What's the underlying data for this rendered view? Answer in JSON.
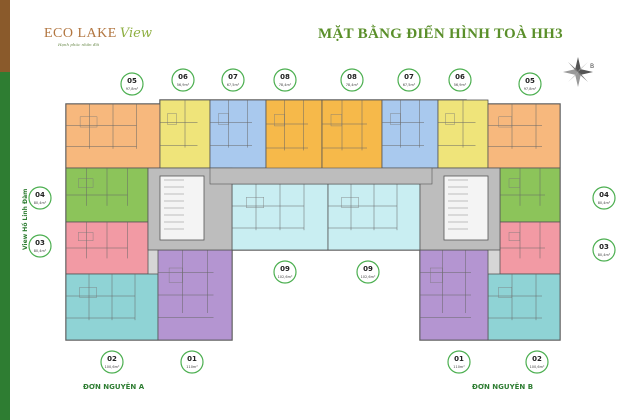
{
  "brand": {
    "logo_main": "ECO LAKE",
    "logo_script": "View",
    "tagline": "Hạnh phúc nhân đôi",
    "brand_color": "#b27640",
    "script_color": "#8fb043"
  },
  "title": "MẶT BẰNG ĐIỂN HÌNH TOÀ HH3",
  "title_color": "#5a8f2a",
  "side_label": "View Hồ Linh Đàm",
  "compass_label": "B",
  "wing_a_label": "ĐƠN NGUYÊN A",
  "wing_b_label": "ĐƠN NGUYÊN B",
  "colors": {
    "strip_top": "#8a5a2b",
    "strip_bottom": "#2e7d32",
    "orange": "#f7b87d",
    "yellow": "#efe47a",
    "blue": "#a9c9ee",
    "gold": "#f6b94a",
    "green": "#8cc45a",
    "pink": "#f29aa4",
    "teal": "#8fd3d5",
    "purple": "#b495d1",
    "light_cyan": "#c9eef2",
    "core": "#bdbdbd"
  },
  "units_top_left": [
    {
      "code": "05",
      "area": "97,8m²"
    },
    {
      "code": "06",
      "area": "56,9m²"
    },
    {
      "code": "07",
      "area": "67,5m²"
    },
    {
      "code": "08",
      "area": "78,4m²"
    }
  ],
  "units_top_right": [
    {
      "code": "08",
      "area": "78,4m²"
    },
    {
      "code": "07",
      "area": "67,5m²"
    },
    {
      "code": "06",
      "area": "56,9m²"
    },
    {
      "code": "05",
      "area": "97,8m²"
    }
  ],
  "unit_04_left": {
    "code": "04",
    "area": "80,4m²"
  },
  "unit_03_left": {
    "code": "03",
    "area": "80,4m²"
  },
  "unit_04_right": {
    "code": "04",
    "area": "80,4m²"
  },
  "unit_03_right": {
    "code": "03",
    "area": "80,4m²"
  },
  "unit_09_left": {
    "code": "09",
    "area": "102,6m²"
  },
  "unit_09_right": {
    "code": "09",
    "area": "102,6m²"
  },
  "unit_02_left": {
    "code": "02",
    "area": "100,6m²"
  },
  "unit_01_left": {
    "code": "01",
    "area": "110m²"
  },
  "unit_01_right": {
    "code": "01",
    "area": "110m²"
  },
  "unit_02_right": {
    "code": "02",
    "area": "100,6m²"
  }
}
